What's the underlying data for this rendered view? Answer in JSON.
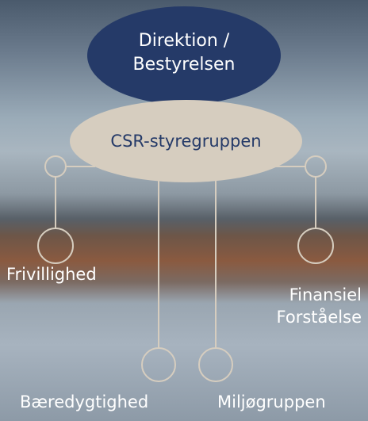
{
  "diagram": {
    "top_node": {
      "line1": "Direktion /",
      "line2": "Bestyrelsen"
    },
    "middle_node": {
      "label": "CSR-styregruppen"
    },
    "branches": [
      {
        "label": "Frivillighed"
      },
      {
        "label_line1": "Finansiel",
        "label_line2": "Forståelse"
      },
      {
        "label": "Bæredygtighed"
      },
      {
        "label": "Miljøgruppen"
      }
    ]
  },
  "colors": {
    "top_node_fill": "#253a68",
    "middle_node_fill": "#d6cdbf",
    "connector": "#d6cdbf",
    "label_text": "#ffffff"
  }
}
